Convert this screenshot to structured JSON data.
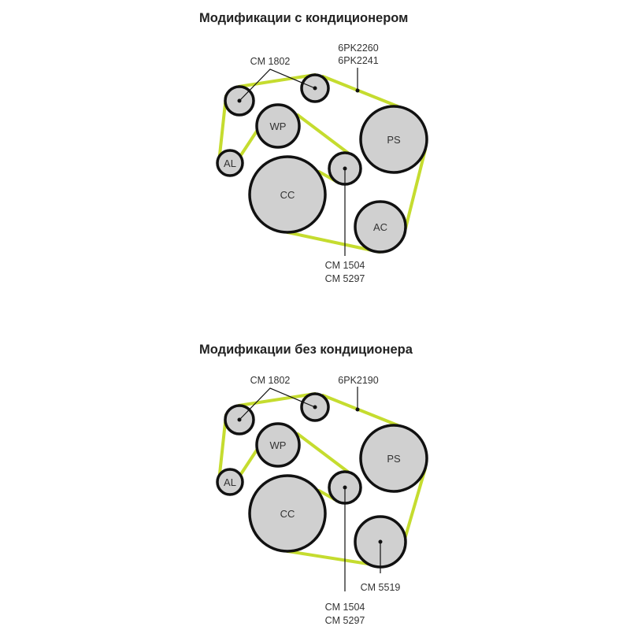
{
  "diagrams": [
    {
      "title": "Модификации с кондиционером",
      "belt_labels": [
        "6PK2260",
        "6PK2241"
      ],
      "idler_label": "CM 1802",
      "tensioner_labels": [
        "CM 1504",
        "CM 5297"
      ],
      "pulleys": {
        "wp": "WP",
        "al": "AL",
        "cc": "CC",
        "ps": "PS",
        "ac": "AC"
      }
    },
    {
      "title": "Модификации без кондиционера",
      "belt_labels": [
        "6PK2190"
      ],
      "idler_label": "CM 1802",
      "tensioner_labels": [
        "CM 1504",
        "CM 5297"
      ],
      "extra_pulley_label": "CM 5519",
      "pulleys": {
        "wp": "WP",
        "al": "AL",
        "cc": "CC",
        "ps": "PS"
      }
    }
  ],
  "colors": {
    "belt": "#c5dc2f",
    "pulley": "#d0d0d0"
  }
}
